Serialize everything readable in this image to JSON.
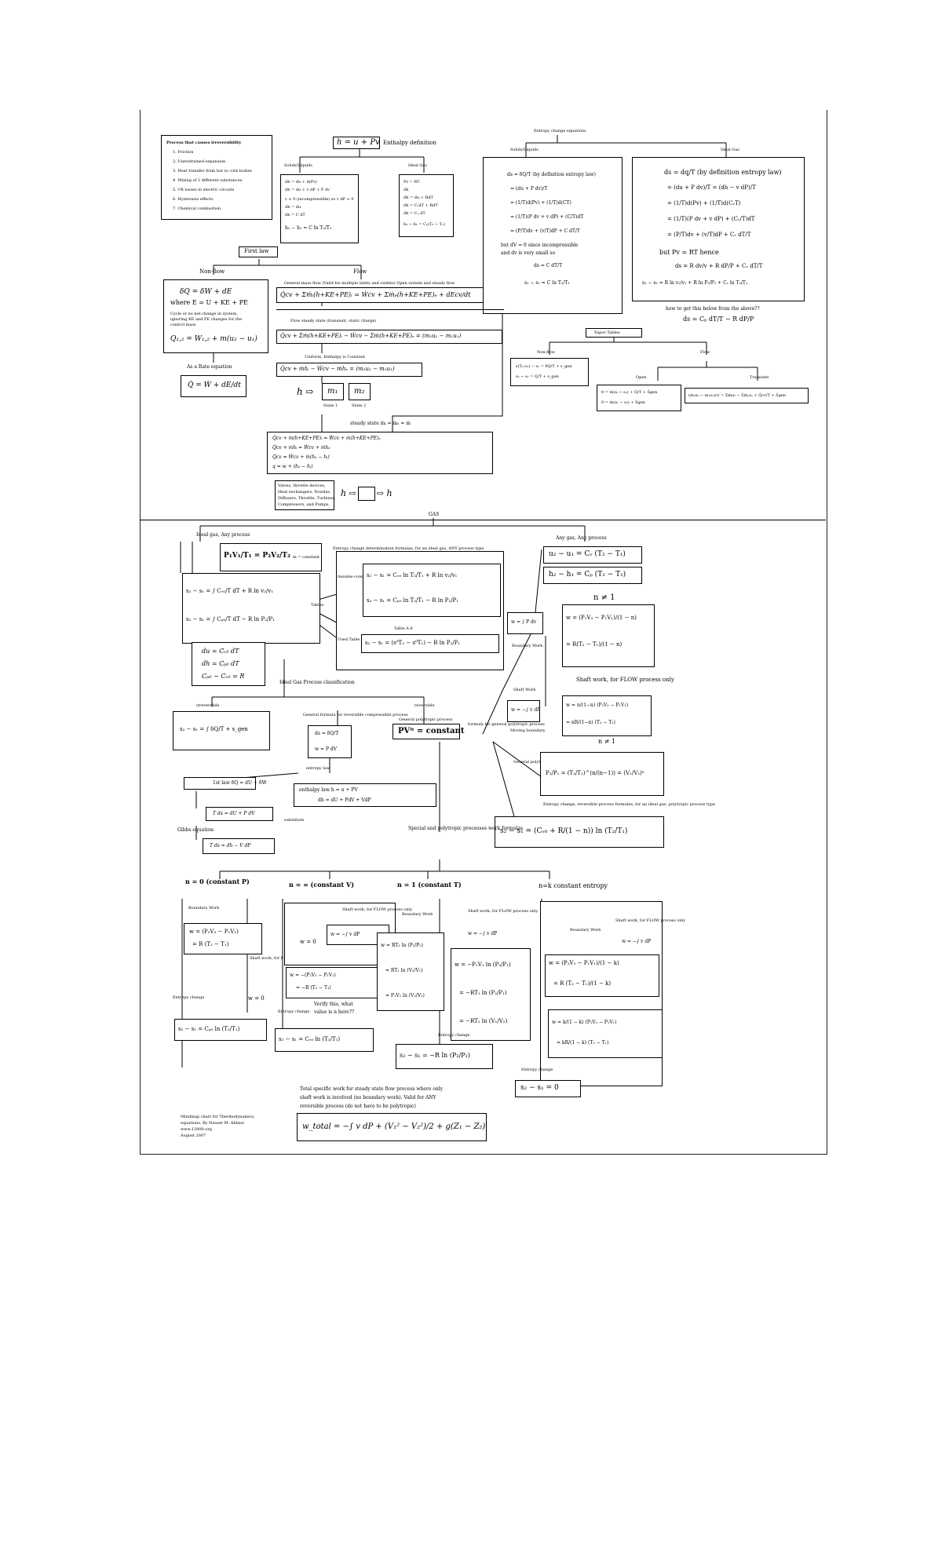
{
  "header": {
    "enthalpy_eq": "h = u + Pv",
    "enthalpy_def": "Enthalpy definition",
    "entropy_title": "Entropy change equations"
  },
  "irreversible_list": {
    "title": "Process that causes irreversibility",
    "items": [
      "1. Friction",
      "2. Unrestrained expansion",
      "3. Heat transfer from hot to cold bodies",
      "4. Mixing of 2 different substances",
      "5. i²R losses in electric circuits",
      "6. Hysteresis effects",
      "7. Chemical combustion"
    ]
  },
  "solids": {
    "label": "Solids/Liquids",
    "lines": [
      "dh = du + d(Pv)",
      "dh = du + v dP + P dv",
      "v ≈ 0 (incompressible) so v dP ≈ 0",
      "dh = du",
      "dh = C dT",
      "h₂ − h₁ = C ln T₂/T₁"
    ]
  },
  "ideal_gas_h": {
    "label": "Ideal Gas",
    "lines": [
      "Pv = RT",
      "dh",
      "dh = du + RdT",
      "dh = CᵥdT + RdT",
      "dh = Cₚ dT",
      "h₂ − h₁ = Cₚ(T₂ − T₁)"
    ]
  },
  "entropy_solids": {
    "label": "Solids/Liquids",
    "lines": [
      "ds = δQ/T  (by definition entropy law)",
      "= (du + P dv)/T",
      "= (1/T)d(Pv) + (1/T)d(CT)",
      "= (1/T)(P dv + v dP) + (C/T)dT",
      "= (P/T)dv + (v/T)dP + C dT/T",
      "but dV = 0 since incompressible",
      "and dv is very small so",
      "ds = C dT/T",
      "s₂ − s₁ = C ln T₂/T₁"
    ]
  },
  "entropy_gas": {
    "label": "Ideal Gas",
    "lines": [
      "ds = dq/T  (by definition entropy law)",
      "= (du + P dv)/T = (dh − v dP)/T",
      "= (1/T)d(Pv) + (1/T)d(CᵥT)",
      "= (1/T)(P dv + v dP) + (Cᵥ/T)dT",
      "= (P/T)dv + (v/T)dP + Cᵥ dT/T",
      "but Pv = RT hence",
      "ds = R dv/v + R dP/P + Cᵥ dT/T",
      "s₂ − s₁ = R ln v₂/v₁ + R ln P₂/P₁ + Cᵥ ln T₂/T₁",
      "how to get this below from the above??",
      "ds = Cₚ dT/T − R dP/P"
    ]
  },
  "first_law": {
    "title": "First law",
    "nonflow_label": "Non-flow",
    "flow_label": "Flow",
    "nonflow_lines": [
      "δQ = δW + dE",
      "where E = U + KE + PE",
      "Cycle or no net change in system,",
      "ignoring KE and PE changes for the",
      "control mass",
      "Q₁,₂ = W₁,₂ + m(u₂ − u₁)"
    ],
    "rate_label": "As a Rate equation",
    "rate_eq": "Q̇ = Ẇ + dE/dt",
    "flow_header": "General mass flow (Valid for multiple inlets and outlets) Open system and steady flow",
    "flow_eq": "Q̇cv + Σṁᵢ(h+KE+PE)ᵢ = Ẇcv + Σṁₑ(h+KE+PE)ₑ + dEcv/dt",
    "flow2_label": "Flow steady state (transient, static charge)",
    "flow2_eq": "Q̇cv + Σṁ(h+KE+PE)ᵢ − Ẇcv − Σṁ(h+KE+PE)ₑ = (m₂u₂ − m₁u₁)",
    "flow3_label": "Uniform, Enthalpy is Constant",
    "flow3_eq": "Q̇cv + ṁhᵢ − Ẇcv − ṁhₑ = (m₂u₂ − m₁u₁)",
    "m1": "m₁",
    "m2": "m₂",
    "state1": "State 1",
    "state2": "State 2",
    "steady_label": "steady state ṁᵢ = ṁₑ = ṁ",
    "steady_lines": [
      "Q̇cv + ṁ(h+KE+PE)ᵢ = Ẇcv + ṁ(h+KE+PE)ₑ",
      "Q̇cv + ṁhᵢ = Ẇcv + ṁhₑ",
      "Q̇cv = Ẇcv + ṁ(hₑ − hᵢ)",
      "q = w + (hₑ − hᵢ)"
    ],
    "devices": [
      "Valves, throttle devices,",
      "Heat exchangers, Nozzles,",
      "Diffusers, Throttle, Turbines,",
      "Compressors, and Pumps."
    ]
  },
  "vapor": {
    "title": "Vapor Tables",
    "nonflow": "Non-flow",
    "flow": "Flow",
    "nonflow_lines": [
      "s(T₂,v₂) − s₁ = δQ/T + s_gen",
      "s₂ − s₁ = Q/T + s_gen"
    ],
    "open_label": "Open",
    "transient_label": "Transient",
    "open_lines": [
      "0 = ṁ(sᵢ − sₑ) + Q̇/T + Ṡgen",
      "0 = ṁ(s₁ − s₂) + Ṡgen"
    ],
    "transient_eq": "(m₂s₂ − m₁s₁)cv = Σṁᵢsᵢ − Σṁₑsₑ + Q̇cv/T + Ṡgen"
  },
  "gas": {
    "title": "GAS",
    "ideal_label": "Ideal gas, Any process",
    "any_label": "Any gas, Any process",
    "pv_eq": "P₁V₁/T₁ = P₂V₂/T₂",
    "pv_note": "m = constant",
    "entropy_note": "Entropy change determination formulas, for an ideal gas, ANY process type",
    "ds_lines": [
      "s₂ − s₁ = ∫ Cᵥ₀/T dT + R ln v₂/v₁",
      "s₂ − s₁ = ∫ Cₚ₀/T dT − R ln P₂/P₁"
    ],
    "ds_const_lines": [
      "s₂ − s₁ = Cᵥ₀ ln T₂/T₁ + R ln v₂/v₁",
      "s₂ − s₁ = Cₚ₀ ln T₂/T₁ − R ln P₂/P₁"
    ],
    "assume_label": "Assume constant specific heat",
    "tables_label": "Tables",
    "table_a8": "Table A.8",
    "real_label": "Used Table A.8",
    "s0_eq": "s₂ − s₁ = (s⁰T₂ − s⁰T₁) − R ln P₂/P₁",
    "du_lines": [
      "du = Cᵥ₀ dT",
      "dh = Cₚ₀ dT",
      "Cₚ₀ − Cᵥ₀ = R"
    ],
    "any_lines": [
      "u₂ − u₁ = Cᵥ (T₂ − T₁)",
      "h₂ − h₁ = Cₚ (T₂ − T₁)"
    ]
  },
  "classification": {
    "title": "Ideal Gas Process classification",
    "irreversible": "irreversible",
    "reversible": "reversible",
    "irr_eq": "s₂ − s₁ = ∫ δQ/T + s_gen",
    "rev_note": "General formula for reversible compressible process",
    "rev_lines": [
      "ds = δQ/T",
      "w = P dV"
    ],
    "poly_label": "General polytropic process",
    "poly_eq": "PVⁿ = constant",
    "poly_side": "formula for general polytropic process",
    "first_law": "1st law δQ = dU + δW",
    "entropy_law": "entropy law",
    "enthalpy": "enthalpy law  h = u + PV",
    "enthalpy2": "dh = dU + PdV + VdP",
    "gibbs_label": "Gibbs equation",
    "gibbs1": "T ds = dU + P dV",
    "gibbs2": "T ds = dh − V dP",
    "sub_note": "substitute",
    "boundary_work": "Boundary Work",
    "shaft_work": "Shaft Work",
    "moving_label": "Moving boundary",
    "work_box": [
      "w = ∫ P dv",
      "w = (P₂V₂ − P₁V₁)/(1 − n)",
      "= R(T₂ − T₁)/(1 − n)"
    ],
    "n_neq_1": "n ≠ 1",
    "shaft_title": "Shaft work, for FLOW process only",
    "shaft_box": [
      "w = −∫ v dP",
      "w = n/(1−n) (P₂V₂ − P₁V₁)",
      "= nR/(1−n) (T₂ − T₁)"
    ],
    "general_label": "General polytropic relation",
    "relation_eq": "P₂/P₁ = (T₂/T₁)^(n/(n−1)) = (V₁/V₂)ⁿ",
    "entropy_poly_note": "Entropy change, reversible process formulas, for an ideal gas, polytropic process type",
    "entropy_poly_eq": "s₂ − s₁ = (Cᵥ₀ + R/(1 − n)) ln (T₂/T₁)",
    "special_title": "Special and polytropic processes work formulas"
  },
  "special": {
    "n0": "n = 0 (constant P)",
    "ninf": "n = ∞ (constant V)",
    "n1": "n = 1 (constant T)",
    "nk": "n=k  constant entropy",
    "boundary": "Boundary Work",
    "shaft": "Shaft work, for FLOW process only",
    "entropy_change": "Entropy change",
    "n0_box": [
      "w = (P₂V₂ − P₁V₁)",
      "= R (T₂ − T₁)"
    ],
    "n0_shaft": "w = 0",
    "n0_s": "s₂ − s₁ = Cₚ₀ ln (T₂/T₁)",
    "ninf_b": "w = 0",
    "ninf_shaft": "w = −∫ v dP",
    "ninf_box": [
      "w = −(P₂V₂ − P₁V₁)",
      "= −R (T₂ − T₁)"
    ],
    "ninf_note": [
      "Verify this, what",
      "value is n here??"
    ],
    "ninf_s": "s₂ − s₁ = Cᵥ₀ ln (T₂/T₁)",
    "n1_box": [
      "w = RT₁ ln (P₁/P₂)",
      "= RT₁ ln (V₂/V₁)",
      "= P₁V₁ ln (V₂/V₁)"
    ],
    "n1_shaft": "w = −∫ v dP",
    "n1_shaft_box": [
      "w = −P₁V₁ ln (P₂/P₁)",
      "= −RT₁ ln (P₂/P₁)",
      "= −RT₁ ln (V₁/V₂)"
    ],
    "n1_s": "s₂ − s₁ = −R ln (P₂/P₁)",
    "nk_shaft": "w = −∫ v dP",
    "nk_box": [
      "w = (P₂V₂ − P₁V₁)/(1 − k)",
      "= R (T₂ − T₁)/(1 − k)"
    ],
    "nk_shaft_box": [
      "w = k/(1 − k) (P₂V₂ − P₁V₁)",
      "= kR/(1 − k) (T₂ − T₁)"
    ],
    "nk_s": "s₂ − s₁ = 0"
  },
  "footer": {
    "note": [
      "Total specific work for steady state flow process where only",
      "shaft work is involved (no boundary work). Valid for ANY",
      "reversible process (do not have to be polytropic)"
    ],
    "w_total": "w_total = −∫ v dP + (V₁² − V₂²)/2 + g(Z₁ − Z₂)",
    "credit": [
      "Mindmap chart for Thermodynamics,",
      "equations. By Nasser M. Abbasi",
      "www.12000.org",
      "August 2007"
    ]
  }
}
